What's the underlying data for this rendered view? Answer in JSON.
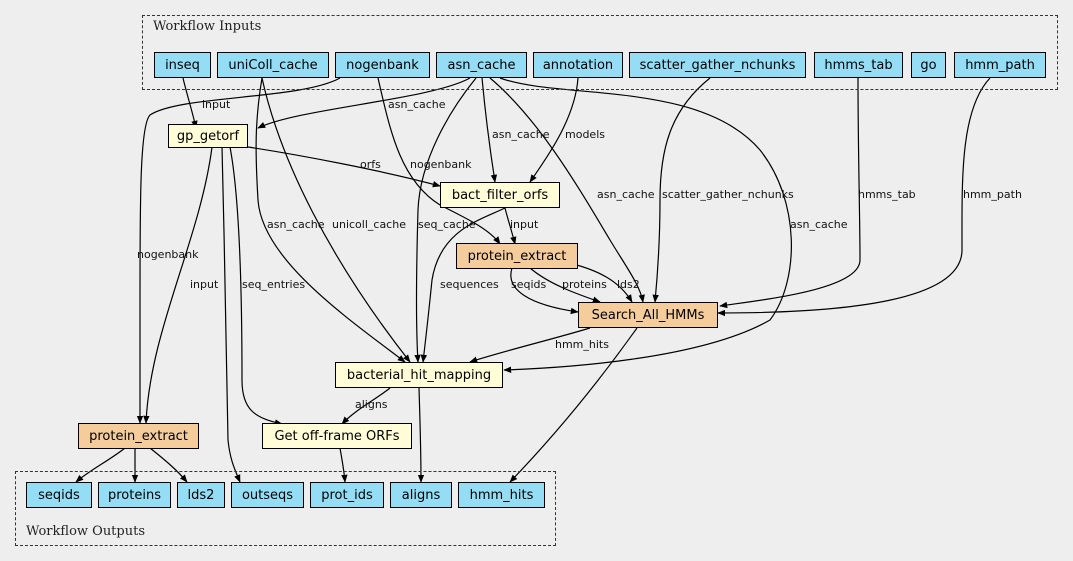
{
  "clusters": {
    "inputs_label": "Workflow Inputs",
    "outputs_label": "Workflow Outputs"
  },
  "colors": {
    "io": "#94ddf4",
    "step": "#fffcd8",
    "tool": "#f5cd9d",
    "background": "#eeeeee"
  },
  "inputs": {
    "inseq": "inseq",
    "unicoll_cache": "uniColl_cache",
    "nogenbank": "nogenbank",
    "asn_cache": "asn_cache",
    "annotation": "annotation",
    "scatter_gather_nchunks": "scatter_gather_nchunks",
    "hmms_tab": "hmms_tab",
    "go": "go",
    "hmm_path": "hmm_path"
  },
  "steps": {
    "gp_getorf": "gp_getorf",
    "bact_filter_orfs": "bact_filter_orfs",
    "protein_extract_upper": "protein_extract",
    "search_all_hmms": "Search_All_HMMs",
    "bacterial_hit_mapping": "bacterial_hit_mapping",
    "get_offframe_orfs": "Get off-frame ORFs",
    "protein_extract_lower": "protein_extract"
  },
  "outputs": {
    "seqids": "seqids",
    "proteins": "proteins",
    "lds2": "lds2",
    "outseqs": "outseqs",
    "prot_ids": "prot_ids",
    "aligns": "aligns",
    "hmm_hits": "hmm_hits"
  },
  "edge_labels": {
    "inseq_gp": "input",
    "asn_gp": "asn_cache",
    "asn_bact": "asn_cache",
    "annotation_bact": "models",
    "gp_bact": "orfs",
    "nogenbank_pe": "nogenbank",
    "bact_pe": "input",
    "asn_search": "asn_cache",
    "scatter_search": "scatter_gather_nchunks",
    "hmms_tab_search": "hmms_tab",
    "hmm_path_search": "hmm_path",
    "asn_bhm_right": "asn_cache",
    "unicoll_bhm": "unicoll_cache",
    "asn_bhm_left": "asn_cache",
    "seq_cache": "seq_cache",
    "nogenbank_pe2": "nogenbank",
    "gp_pe2": "input",
    "gp_offframe": "seq_entries",
    "bact_bhm": "sequences",
    "pe_search_seqids": "seqids",
    "pe_search_proteins": "proteins",
    "pe_search_lds2": "lds2",
    "search_bhm": "hmm_hits",
    "bhm_offframe": "aligns"
  }
}
